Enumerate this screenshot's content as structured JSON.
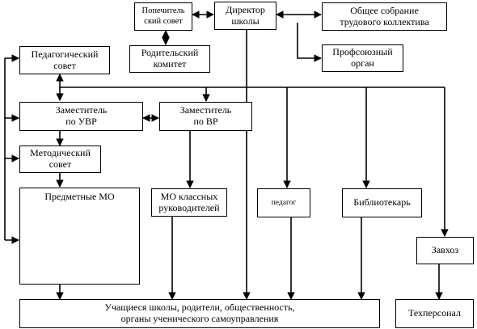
{
  "nodes": {
    "trustees": "Попечитель\nский совет",
    "director": "Директор\nшколы",
    "general_meeting": "Общее собрание\nтрудового коллектива",
    "parents_committee": "Родительский\nкомитет",
    "union": "Профсоюзный\nорган",
    "ped_council": "Педагогический\nсовет",
    "deputy_uvr": "Заместитель\nпо УВР",
    "deputy_vr": "Заместитель\nпо ВР",
    "method_council": "Методический\nсовет",
    "subject_mo": "Предметные МО",
    "class_mo": "МО классных\nруководителей",
    "teacher": "педагог",
    "librarian": "Библиотекарь",
    "supply_manager": "Завхоз",
    "students": "Учащиеся школы, родители, общественность,\nорганы ученического самоуправления",
    "tech_staff": "Техперсонал"
  }
}
